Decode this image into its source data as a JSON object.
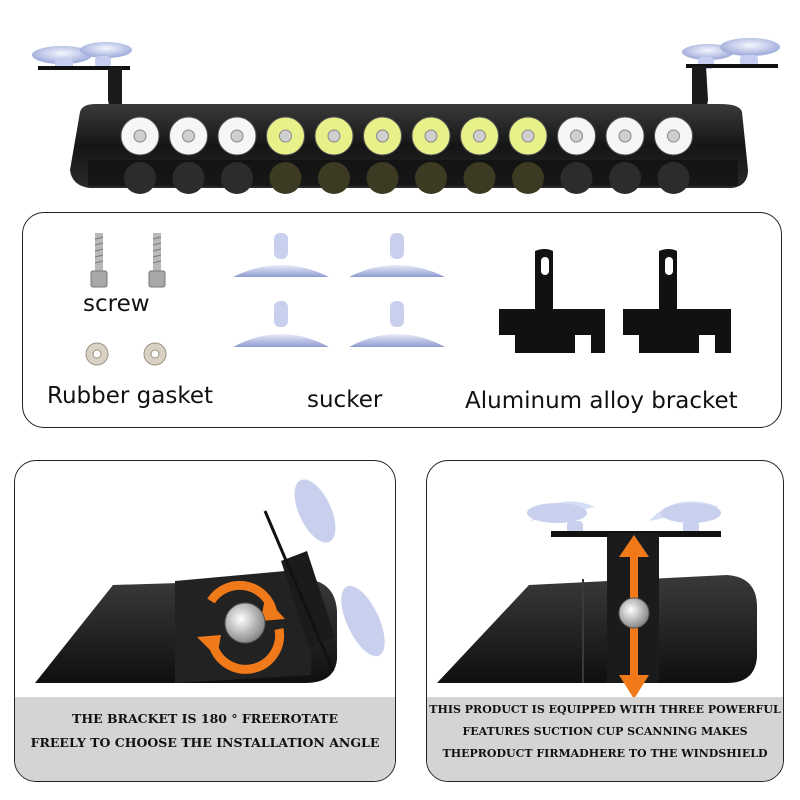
{
  "accessories": {
    "screw_label": "screw",
    "gasket_label": "Rubber gasket",
    "sucker_label": "sucker",
    "bracket_label": "Aluminum alloy bracket"
  },
  "captions": {
    "left": {
      "line1": "THE BRACKET IS 180 ° FREEROTATE",
      "line2": "FREELY TO CHOOSE THE INSTALLATION ANGLE"
    },
    "right": {
      "line1": "THIS PRODUCT IS EQUIPPED WITH THREE POWERFUL",
      "line2": "FEATURES SUCTION CUP SCANNING MAKES",
      "line3": "THEPRODUCT FIRMADHERE TO THE WINDSHIELD"
    }
  },
  "led_colors": [
    "white",
    "white",
    "white",
    "yellow",
    "yellow",
    "yellow",
    "yellow",
    "yellow",
    "yellow",
    "white",
    "white",
    "white"
  ],
  "colors": {
    "accent_arrow": "#f07a1a",
    "body": "#1c1c1c",
    "led_yellow": "#e8f08a",
    "led_white": "#f4f6f8",
    "caption_bg": "#d4d4d4"
  }
}
